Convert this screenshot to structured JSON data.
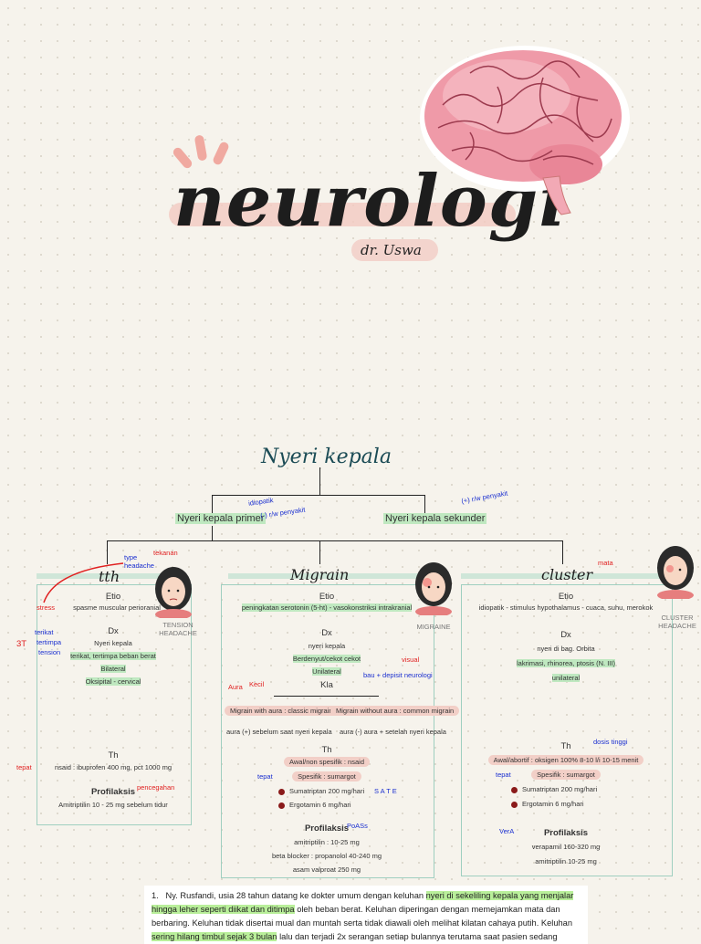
{
  "header": {
    "title": "neurologi",
    "author": "dr. Uswa"
  },
  "tree": {
    "root": "Nyeri kepala",
    "primer": "Nyeri kepala primer",
    "sekunder": "Nyeri kepala sekunder",
    "note_idiopatik": "idiopatik",
    "note_no_disease": "(-) r/w penyakit",
    "note_with_disease": "(+) r/w penyakit"
  },
  "tth": {
    "title": "tth",
    "avatar_caption": "TENSION HEADACHE",
    "etio_h": "Etio",
    "etio": "spasme muscular perioranial",
    "etio_note": "stress",
    "dx_h": "Dx",
    "dx1": "Nyeri kepala",
    "dx2": "terikat, tertimpa beban berat",
    "dx3": "Bilateral",
    "dx4": "Oksipital - cervical",
    "th_h": "Th",
    "th1": "nsaid : ibuprofen 400 mg, pct 1000 mg",
    "th_note": "tepat",
    "pro_h": "Profilaksis",
    "pro1": "Amitriptilin 10 - 25 mg sebelum tidur",
    "pro_note": "pencegahan",
    "note_3t": "3T",
    "note_terikat": "terikat",
    "note_tertimpa": "tertimpa",
    "note_tension": "tension",
    "note_tekanan": "tekanan",
    "note_type": "type headache"
  },
  "migrain": {
    "title": "Migrain",
    "avatar_caption": "MIGRAINE",
    "etio_h": "Etio",
    "etio": "peningkatan serotonin (5-ht) - vasokonstriksi intrakranial",
    "dx_h": "Dx",
    "dx1": "nyeri kepala",
    "dx2": "Berdenyut/cekot cekot",
    "dx3": "Unilateral",
    "kla_h": "Kla",
    "kla1": "Migrain with aura : classic migrain",
    "kla2": "Migrain without aura : common migrain",
    "kla1_desc": "aura (+) sebelum saat nyeri kepala",
    "kla2_desc": "aura (-) aura + setelah nyeri kepala",
    "note_aura": "Aura",
    "note_kecil": "Kecil",
    "note_bunyi": "bau + depisit neurologi",
    "note_visual": "visual",
    "th_h": "Th",
    "th1": "Awal/non spesifik : nsaid",
    "th2": "Spesifik : sumargot",
    "th2_note": "tepat",
    "th3": "Sumatriptan 200 mg/hari",
    "th4": "Ergotamin 6 mg/hari",
    "th_note_sate": "S A T E",
    "pro_h": "Profilaksis",
    "pro_note": "PoASs",
    "pro1": "amitriptilin : 10-25 mg",
    "pro2": "beta blocker : propanolol 40-240 mg",
    "pro3": "asam valproat 250 mg"
  },
  "cluster": {
    "title": "cluster",
    "title_note": "mata",
    "avatar_caption": "CLUSTER HEADACHE",
    "etio_h": "Etio",
    "etio": "idiopatik - stimulus hypothalamus - cuaca, suhu, merokok",
    "dx_h": "Dx",
    "dx1": "nyeri di bag. Orbita",
    "dx2": "lakrimasi, rhinorea, ptosis (N. III)",
    "dx3": "unilateral",
    "th_h": "Th",
    "th_note": "dosis tinggi",
    "th1": "Awal/abortif : oksigen 100% 8-10 l/i 10-15 menit",
    "th2": "Spesifik : sumargot",
    "th2_note": "tepat",
    "th3": "Sumatriptan 200 mg/hari",
    "th4": "Ergotamin 6 mg/hari",
    "pro_h": "Profilaksis",
    "pro_note": "VerA",
    "pro1": "verapamil 160-320 mg",
    "pro2": "amitriptilin 10-25 mg"
  },
  "case": {
    "number": "1.",
    "p1": "Ny. Rusfandi, usia 28 tahun datang ke dokter umum dengan keluhan ",
    "h1": "nyeri di sekeliling kepala yang menj",
    "p2": "alar hingga leher seperti diikat dan ditimpa",
    "p3": " oleh beban berat. Keluhan diperingan dengan memejamkan mata dan berbaring. Keluhan tidak disertai mual dan muntah serta tidak diawali oleh melihat kilatan cahaya putih. Keluhan ",
    "h2": "sering hilang timbul sejak 3 bulan",
    "p4": " lalu dan terjadi 2x serangan setiap bulannya terutama saat pasien sedang"
  },
  "colors": {
    "accent_pink": "#f3c9c2",
    "highlight_green": "#bfe8c0",
    "box_border": "#9fcfc0",
    "ink_red": "#e02020",
    "ink_blue": "#1a2fd0"
  }
}
